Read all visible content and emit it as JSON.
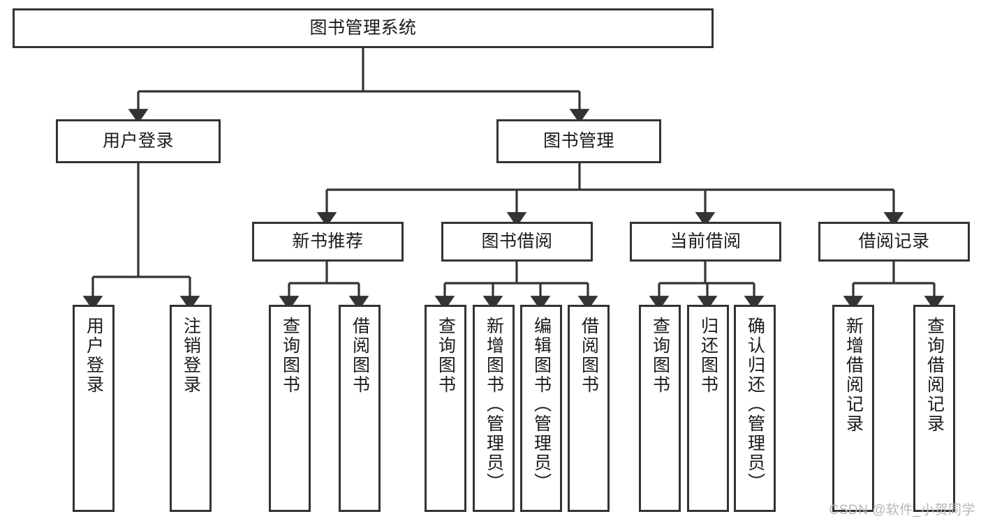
{
  "diagram": {
    "type": "tree-hierarchy",
    "title": "图书管理系统",
    "watermark": "CSDN @软件_小贺同学",
    "colors": {
      "box_border": "#333333",
      "box_fill": "#ffffff",
      "connector": "#333333",
      "text": "#1a1a1a",
      "watermark": "#b6b6b6",
      "background": "#ffffff"
    },
    "levels": {
      "root": "图书管理系统",
      "level2": [
        "用户登录",
        "图书管理"
      ],
      "level3": [
        "新书推荐",
        "图书借阅",
        "当前借阅",
        "借阅记录"
      ],
      "leaves": [
        "用户登录",
        "注销登录",
        "查询图书",
        "借阅图书",
        "查询图书",
        "新增图书（管理员）",
        "编辑图书（管理员）",
        "借阅图书",
        "查询图书",
        "归还图书",
        "确认归还（管理员）",
        "新增借阅记录",
        "查询借阅记录"
      ]
    },
    "nodes": {
      "root": {
        "label": "图书管理系统"
      },
      "user_login": {
        "label": "用户登录"
      },
      "book_manage": {
        "label": "图书管理"
      },
      "new_book_rec": {
        "label": "新书推荐"
      },
      "book_borrow": {
        "label": "图书借阅"
      },
      "current_borrow": {
        "label": "当前借阅"
      },
      "borrow_record": {
        "label": "借阅记录"
      },
      "leaf_user_login": {
        "label": "用户登录"
      },
      "leaf_logout": {
        "label": "注销登录"
      },
      "leaf_query_book_a": {
        "label": "查询图书"
      },
      "leaf_borrow_book_a": {
        "label": "借阅图书"
      },
      "leaf_query_book_b": {
        "label": "查询图书"
      },
      "leaf_add_book": {
        "label": "新增图书（管理员）"
      },
      "leaf_edit_book": {
        "label": "编辑图书（管理员）"
      },
      "leaf_borrow_book_b": {
        "label": "借阅图书"
      },
      "leaf_query_book_c": {
        "label": "查询图书"
      },
      "leaf_return_book": {
        "label": "归还图书"
      },
      "leaf_confirm_return": {
        "label": "确认归还（管理员）"
      },
      "leaf_add_record": {
        "label": "新增借阅记录"
      },
      "leaf_query_record": {
        "label": "查询借阅记录"
      }
    }
  }
}
